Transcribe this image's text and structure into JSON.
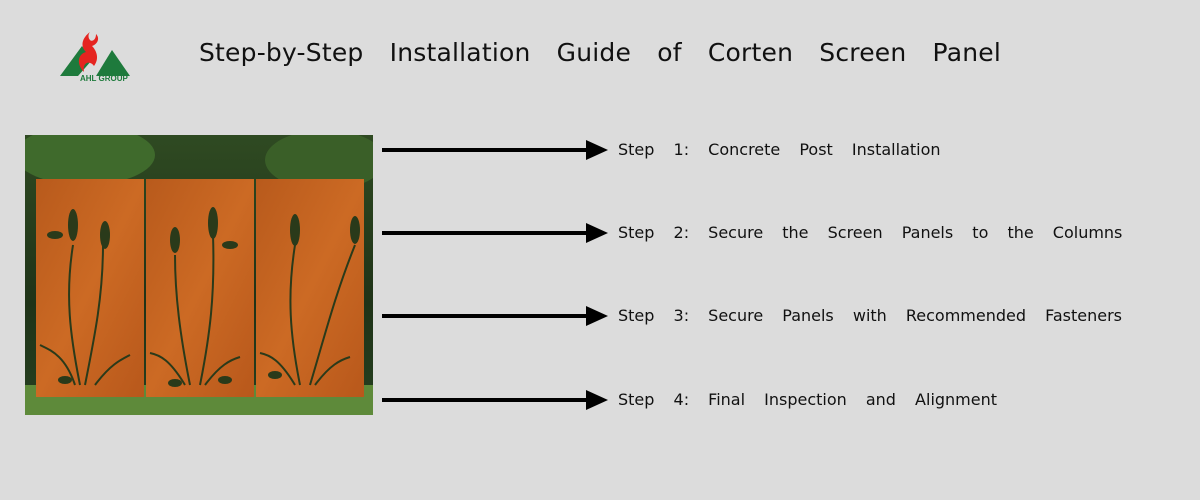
{
  "logo": {
    "text": "AHL GROUP"
  },
  "title": "Step-by-Step Installation Guide of Corten Screen Panel",
  "steps": [
    {
      "label": "Step 1: Concrete Post Installation"
    },
    {
      "label": "Step 2: Secure the Screen Panels to the Columns"
    },
    {
      "label": "Step 3: Secure Panels with Recommended Fasteners"
    },
    {
      "label": "Step 4: Final Inspection and Alignment"
    }
  ],
  "colors": {
    "background": "#dcdcdc",
    "logo_red": "#e52420",
    "logo_green": "#1e7a3c",
    "corten": "#c2621f"
  }
}
